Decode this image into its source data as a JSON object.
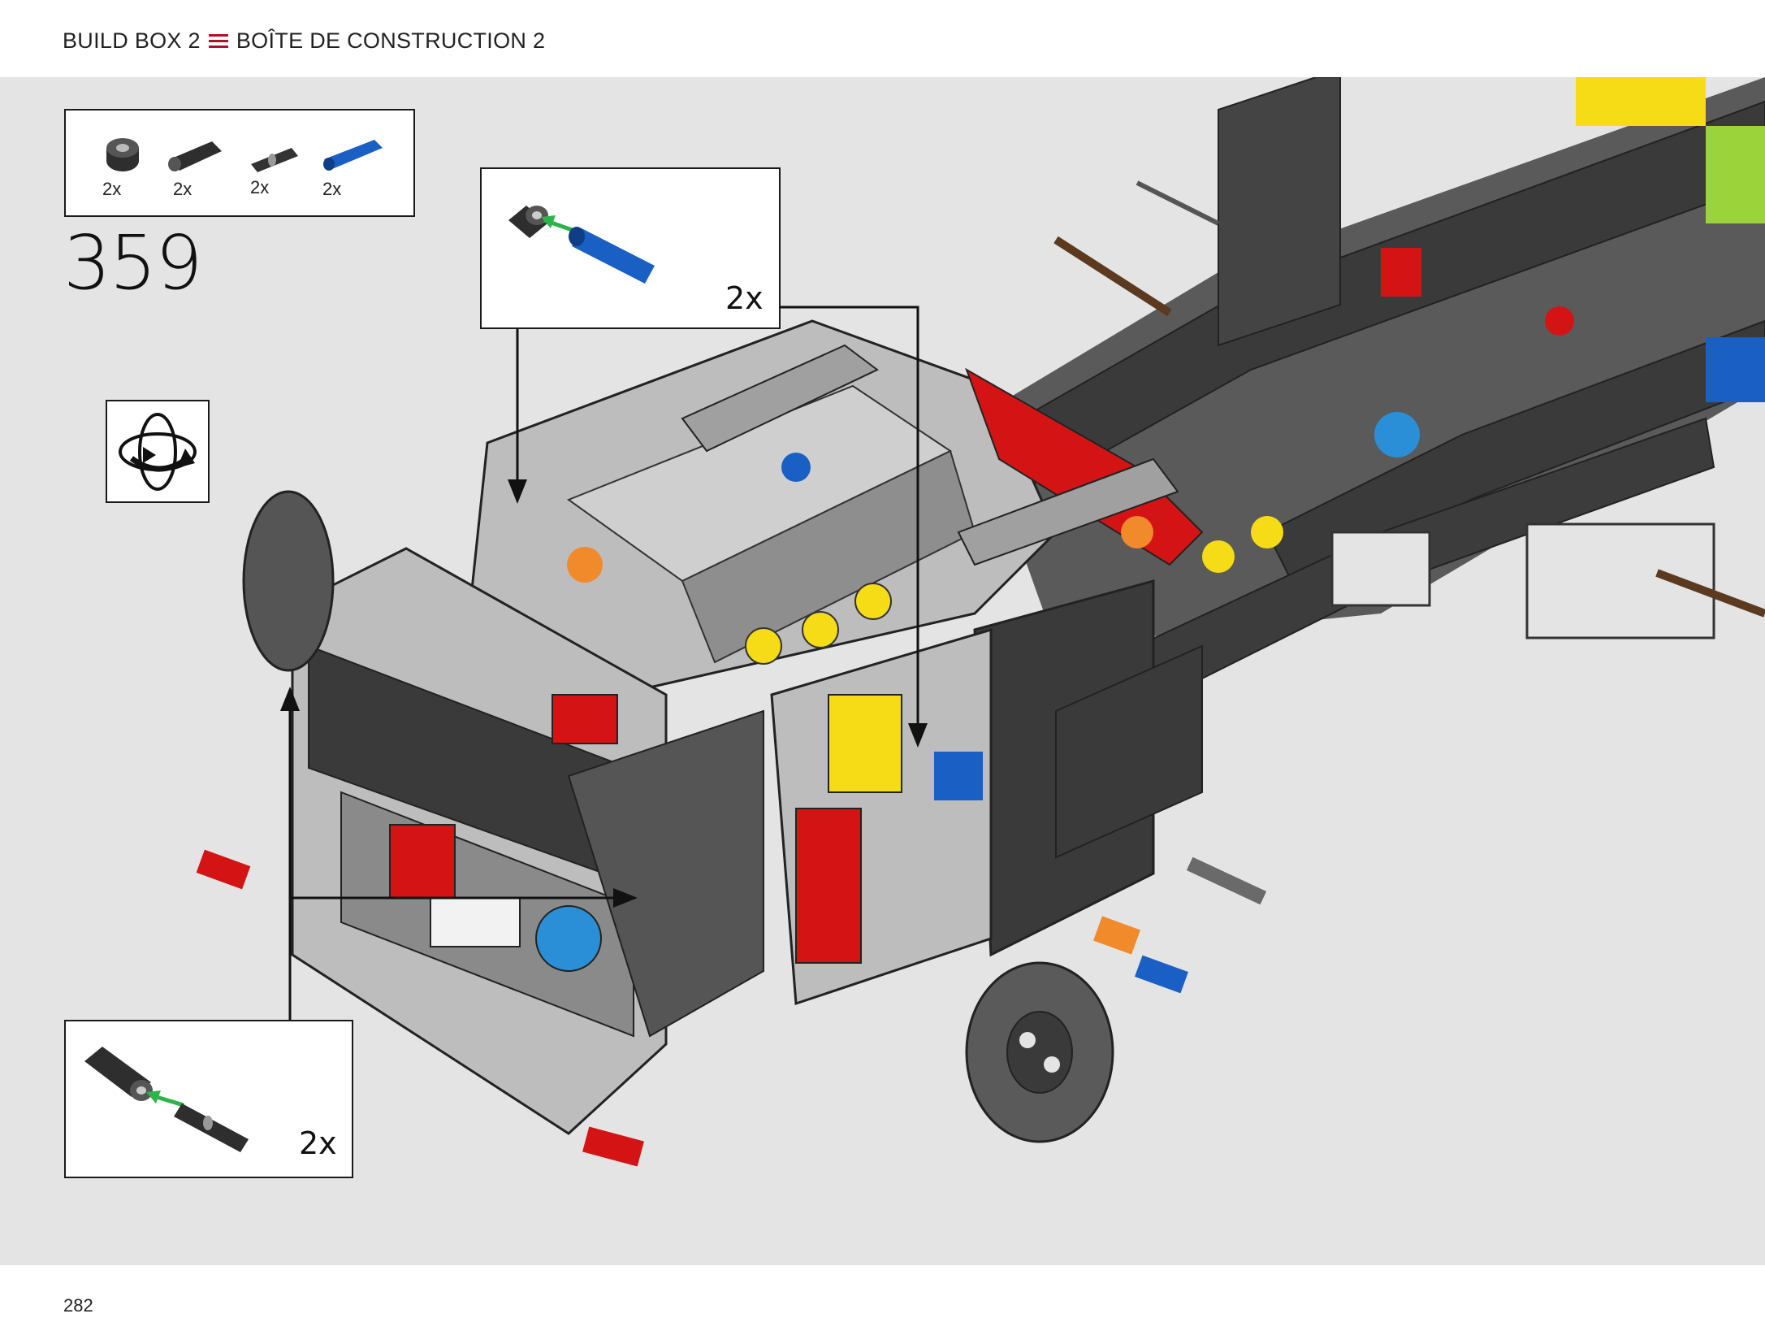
{
  "header": {
    "left_label": "BUILD BOX 2",
    "separator_icon": "menu-lines-icon",
    "right_label": "BOÎTE DE CONSTRUCTION 2",
    "accent_color": "#b0102a"
  },
  "parts_list": {
    "items": [
      {
        "icon": "black-bush-icon",
        "qty": "2x"
      },
      {
        "icon": "black-axle-connector-icon",
        "qty": "2x"
      },
      {
        "icon": "black-pin-icon",
        "qty": "2x"
      },
      {
        "icon": "blue-axle-pin-icon",
        "qty": "2x"
      }
    ]
  },
  "step": {
    "number": "359"
  },
  "rotate_indicator": {
    "icon": "rotate-model-icon"
  },
  "callouts": [
    {
      "qty": "2x",
      "icon": "blue-pin-into-bush-icon"
    },
    {
      "qty": "2x",
      "icon": "black-pin-into-bush-icon"
    }
  ],
  "page": {
    "number": "282"
  },
  "colors": {
    "background": "#e4e4e4",
    "dark_beam": "#3a3a3a",
    "light_beam": "#a9a9a9",
    "red": "#d41414",
    "yellow": "#f6dc16",
    "blue": "#1a5fc4",
    "orange": "#f08a2a"
  }
}
